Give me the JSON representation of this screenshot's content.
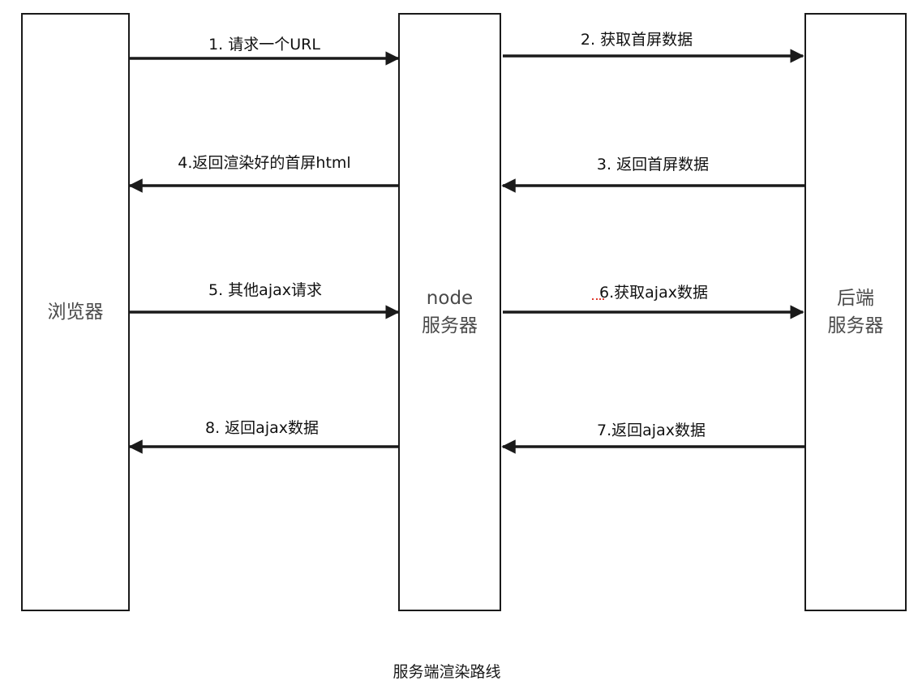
{
  "lanes": {
    "browser": {
      "lines": [
        "浏览器"
      ]
    },
    "node": {
      "lines": [
        "node",
        "服务器"
      ]
    },
    "backend": {
      "lines": [
        "后端",
        "服务器"
      ]
    }
  },
  "messages": [
    {
      "label": "1. 请求一个URL",
      "from": "browser",
      "to": "node"
    },
    {
      "label": "2. 获取首屏数据",
      "from": "node",
      "to": "backend"
    },
    {
      "label": "3. 返回首屏数据",
      "from": "backend",
      "to": "node"
    },
    {
      "label": "4.返回渲染好的首屏html",
      "from": "node",
      "to": "browser"
    },
    {
      "label": "5. 其他ajax请求",
      "from": "browser",
      "to": "node"
    },
    {
      "label": "6.获取ajax数据",
      "from": "node",
      "to": "backend"
    },
    {
      "label": "7.返回ajax数据",
      "from": "backend",
      "to": "node"
    },
    {
      "label": "8. 返回ajax数据",
      "from": "node",
      "to": "browser"
    }
  ],
  "caption": "服务端渲染路线",
  "colors": {
    "line": "#1a1a1a",
    "lane_text": "#4a4a4a",
    "spellcheck_underline": "#e03a2f"
  }
}
